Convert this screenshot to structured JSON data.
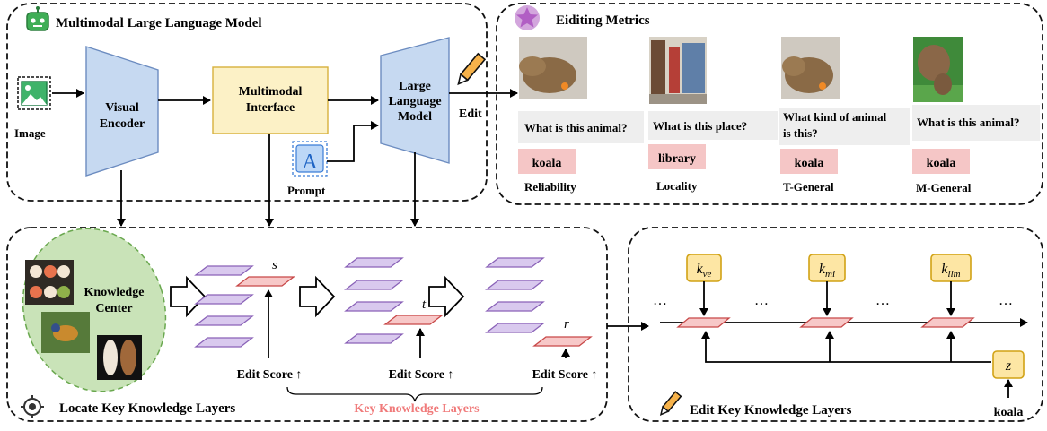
{
  "top_left": {
    "title": "Multimodal Large Language Model",
    "image_label": "Image",
    "visual_encoder": [
      "Visual",
      "Encoder"
    ],
    "multimodal_interface": [
      "Multimodal",
      "Interface"
    ],
    "llm": [
      "Large",
      "Language",
      "Model"
    ],
    "prompt_label": "Prompt",
    "prompt_glyph": "A",
    "edit_label": "Edit"
  },
  "metrics": {
    "title": "Eiditing Metrics",
    "items": [
      {
        "question": [
          "What is this animal?"
        ],
        "answer": "koala",
        "metric": "Reliability",
        "image": "capybara"
      },
      {
        "question": [
          "What is this place?"
        ],
        "answer": "library",
        "metric": "Locality",
        "image": "library"
      },
      {
        "question": [
          "What kind of animal",
          "is this?"
        ],
        "answer": "koala",
        "metric": "T-General",
        "image": "capybara"
      },
      {
        "question": [
          "What is this animal?"
        ],
        "answer": "koala",
        "metric": "M-General",
        "image": "capybara-grazing"
      }
    ]
  },
  "locate": {
    "title": "Locate Key Knowledge Layers",
    "knowledge_center": [
      "Knowledge",
      "Center"
    ],
    "vars": [
      "s",
      "t",
      "r"
    ],
    "edit_score": "Edit Score ↑",
    "key_layers": "Key Knowledge Layers",
    "key_color": "#f07a7a"
  },
  "edit": {
    "title": "Edit Key Knowledge Layers",
    "k_ve": {
      "base": "k",
      "sub": "ve"
    },
    "k_mi": {
      "base": "k",
      "sub": "mi"
    },
    "k_llm": {
      "base": "k",
      "sub": "llm"
    },
    "z": "z",
    "koala": "koala",
    "dots": "…"
  },
  "icons": [
    "robot-icon",
    "image-icon",
    "prompt-icon",
    "pencil-icon",
    "star-icon",
    "target-icon"
  ]
}
